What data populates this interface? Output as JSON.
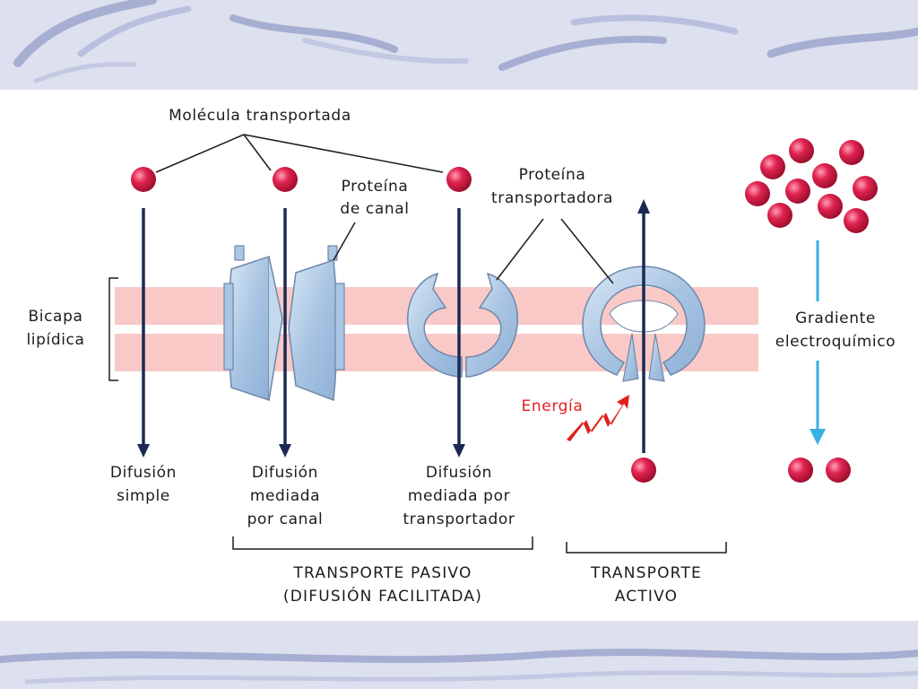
{
  "labels": {
    "molecula": "Molécula transportada",
    "proteina_canal_1": "Proteína",
    "proteina_canal_2": "de canal",
    "proteina_transp_1": "Proteína",
    "proteina_transp_2": "transportadora",
    "bicapa_1": "Bicapa",
    "bicapa_2": "lipídica",
    "gradiente_1": "Gradiente",
    "gradiente_2": "electroquímico",
    "energia": "Energía",
    "dif_simple_1": "Difusión",
    "dif_simple_2": "simple",
    "dif_canal_1": "Difusión",
    "dif_canal_2": "mediada",
    "dif_canal_3": "por canal",
    "dif_transp_1": "Difusión",
    "dif_transp_2": "mediada por",
    "dif_transp_3": "transportador",
    "pasivo_1": "TRANSPORTE PASIVO",
    "pasivo_2": "(DIFUSIÓN FACILITADA)",
    "activo_1": "TRANSPORTE",
    "activo_2": "ACTIVO"
  },
  "colors": {
    "membrane": "#f9c9c7",
    "protein": "#a9c6e4",
    "protein_stroke": "#6f87a8",
    "molecule": "#d21a48",
    "arrow": "#1a2a52",
    "gradient_arrow": "#3ab0e0",
    "energy": "#e0201c"
  }
}
